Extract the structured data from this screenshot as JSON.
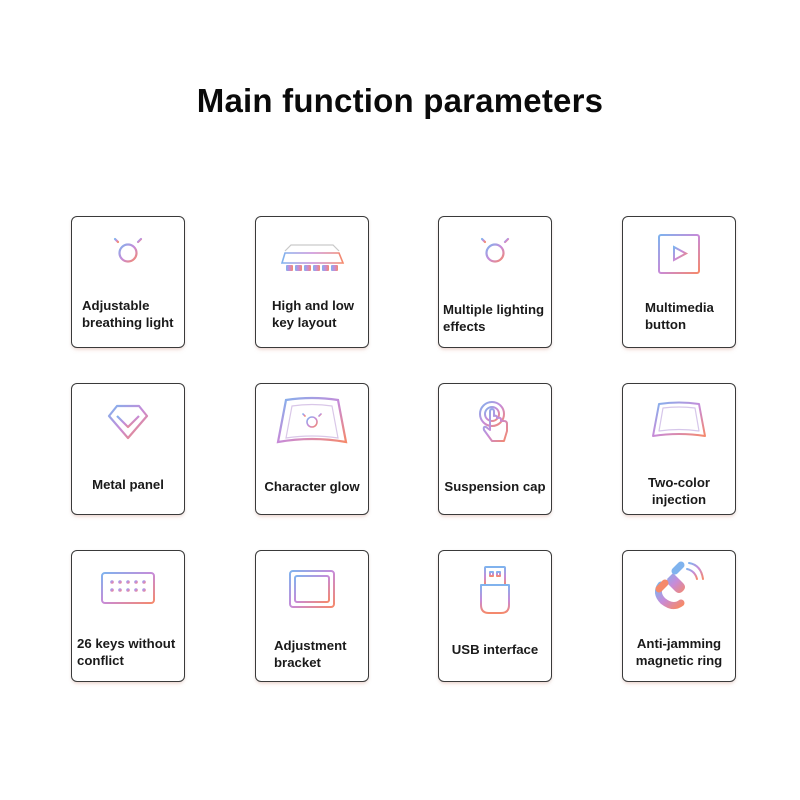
{
  "title": "Main function parameters",
  "colors": {
    "grad_start": "#7fb3ee",
    "grad_mid": "#c78bd8",
    "grad_end": "#f5896b",
    "text": "#1a1a1a"
  },
  "features": [
    {
      "line1": "Adjustable",
      "line2": "breathing light",
      "icon": "light-bulb-icon"
    },
    {
      "line1": "High and low",
      "line2": "key layout",
      "icon": "keyboard-keys-icon"
    },
    {
      "line1": "Multiple lighting",
      "line2": "effects",
      "icon": "light-bulb-icon"
    },
    {
      "line1": "Multimedia",
      "line2": "button",
      "icon": "play-window-icon"
    },
    {
      "line1": "Metal panel",
      "line2": "",
      "icon": "diamond-panel-icon"
    },
    {
      "line1": "Character glow",
      "line2": "",
      "icon": "glowing-keycap-icon"
    },
    {
      "line1": "Suspension cap",
      "line2": "",
      "icon": "finger-press-icon"
    },
    {
      "line1": "Two-color",
      "line2": "injection",
      "icon": "keycap-icon"
    },
    {
      "line1": "26 keys without",
      "line2": "conflict",
      "icon": "keypad-icon"
    },
    {
      "line1": "Adjustment",
      "line2": "bracket",
      "icon": "bracket-icon"
    },
    {
      "line1": "USB interface",
      "line2": "",
      "icon": "usb-plug-icon"
    },
    {
      "line1": "Anti-jamming",
      "line2": "magnetic ring",
      "icon": "magnet-icon"
    }
  ]
}
